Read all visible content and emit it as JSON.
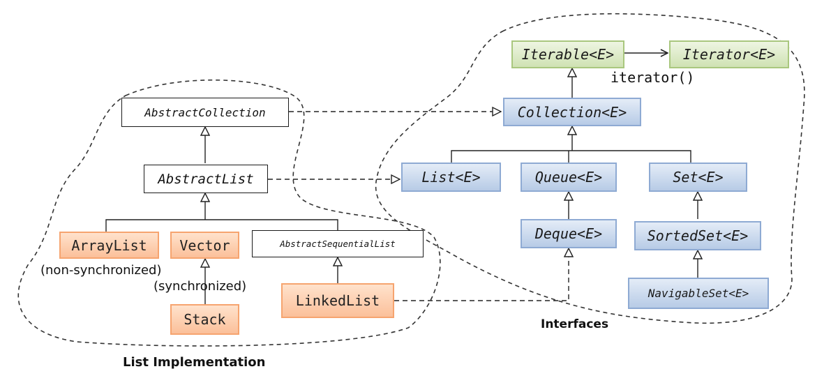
{
  "nodes": {
    "abstract_collection": "AbstractCollection",
    "abstract_list": "AbstractList",
    "array_list": "ArrayList",
    "vector": "Vector",
    "abstract_sequential_list": "AbstractSequentialList",
    "stack": "Stack",
    "linked_list": "LinkedList",
    "iterable": "Iterable<E>",
    "iterator": "Iterator<E>",
    "collection": "Collection<E>",
    "list": "List<E>",
    "queue": "Queue<E>",
    "set": "Set<E>",
    "deque": "Deque<E>",
    "sorted_set": "SortedSet<E>",
    "navigable_set": "NavigableSet<E>"
  },
  "labels": {
    "iterator_method": "iterator()",
    "non_synchronized": "(non-synchronized)",
    "synchronized": "(synchronized)",
    "interfaces_group": "Interfaces",
    "list_impl_group": "List Implementation"
  },
  "colors": {
    "implementation": "#fbc09a",
    "interface": "#b7cbe6",
    "top_interface": "#cfe2b3",
    "abstract_class": "#ffffff"
  }
}
